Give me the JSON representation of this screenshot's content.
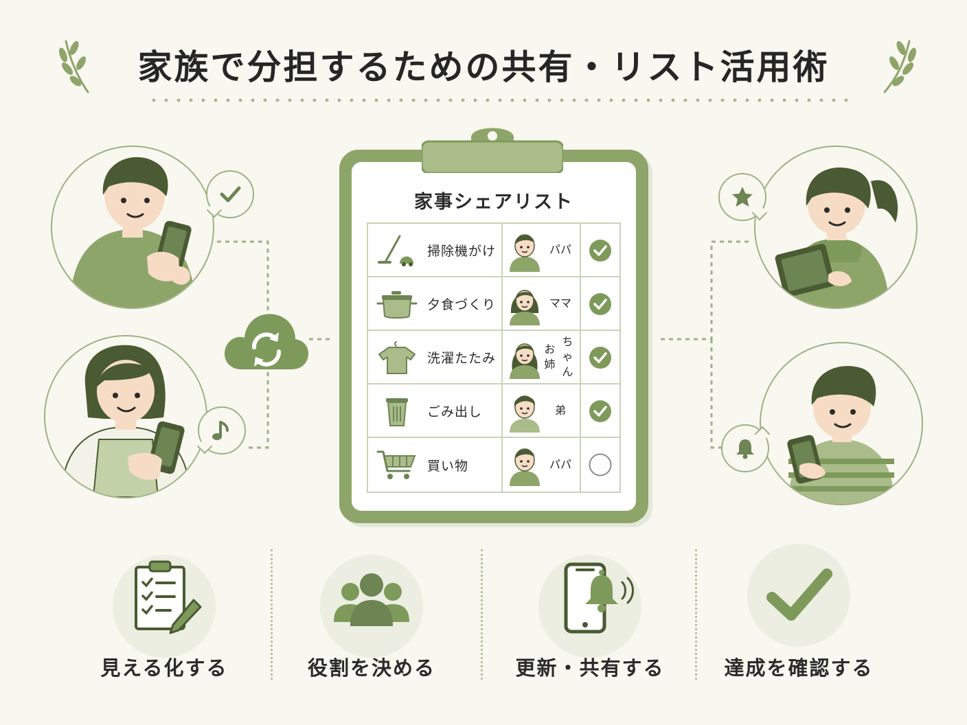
{
  "title": "家族で分担するための共有・リスト活用術",
  "list": {
    "title": "家事シェアリスト",
    "rows": [
      {
        "task": "掃除機がけ",
        "task_icon": "vacuum-icon",
        "assignee": "パパ",
        "done": true
      },
      {
        "task": "夕食づくり",
        "task_icon": "pot-icon",
        "assignee": "ママ",
        "done": true
      },
      {
        "task": "洗濯たたみ",
        "task_icon": "shirt-icon",
        "assignee": "お姉ちゃん",
        "assignee_lines": [
          "お姉",
          "ちゃん"
        ],
        "done": true
      },
      {
        "task": "ごみ出し",
        "task_icon": "trash-can-icon",
        "assignee": "弟",
        "done": true
      },
      {
        "task": "買い物",
        "task_icon": "shopping-cart-icon",
        "assignee": "パパ",
        "done": false
      }
    ]
  },
  "people": [
    {
      "role": "father",
      "bubble_icon": "check-icon",
      "device": "smartphone"
    },
    {
      "role": "mother",
      "bubble_icon": "music-note-icon",
      "device": "smartphone"
    },
    {
      "role": "sister",
      "bubble_icon": "star-icon",
      "device": "tablet"
    },
    {
      "role": "brother",
      "bubble_icon": "bell-icon",
      "device": "smartphone"
    }
  ],
  "sync_icon": "cloud-sync-icon",
  "features": [
    {
      "label": "見える化する",
      "icon": "clipboard-checklist-icon"
    },
    {
      "label": "役割を決める",
      "icon": "group-icon"
    },
    {
      "label": "更新・共有する",
      "icon": "phone-bell-icon"
    },
    {
      "label": "達成を確認する",
      "icon": "big-check-icon"
    }
  ],
  "colors": {
    "background": "#f8f8f0",
    "accent": "#7e9a5a",
    "accent_dark": "#5f7a43",
    "accent_light": "#ebeee0",
    "text": "#2b2b2b"
  }
}
